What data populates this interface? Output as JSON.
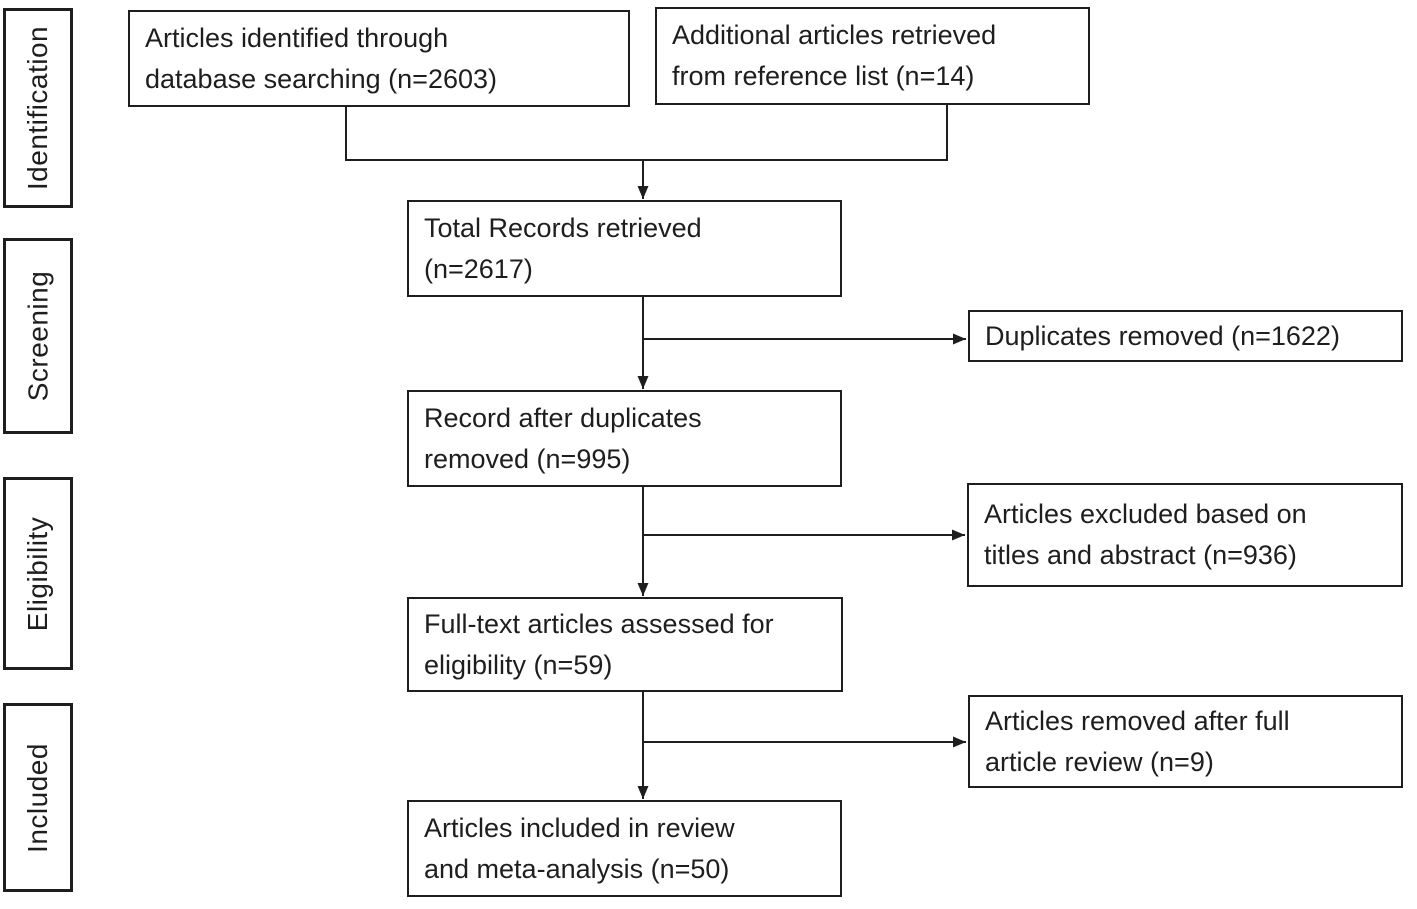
{
  "page": {
    "background_color": "#ffffff",
    "ink_color": "#1e1e1e"
  },
  "sidebar": {
    "stages": [
      {
        "label": "Identification"
      },
      {
        "label": "Screening"
      },
      {
        "label": "Eligibility"
      },
      {
        "label": "Included"
      }
    ]
  },
  "flow": {
    "boxes": {
      "identified": {
        "lines": [
          "Articles identified through",
          "database searching (n=2603)"
        ]
      },
      "additional": {
        "lines": [
          "Additional articles retrieved",
          "from reference list (n=14)"
        ]
      },
      "total": {
        "lines": [
          "Total Records retrieved",
          "(n=2617)"
        ]
      },
      "duplicates_removed": {
        "lines": [
          "Duplicates removed (n=1622)"
        ]
      },
      "after_duplicates": {
        "lines": [
          "Record after duplicates",
          "removed (n=995)"
        ]
      },
      "excluded_titles": {
        "lines": [
          "Articles excluded based on",
          "titles and abstract (n=936)"
        ]
      },
      "fulltext": {
        "lines": [
          "Full-text articles assessed for",
          "eligibility (n=59)"
        ]
      },
      "removed_full_review": {
        "lines": [
          "Articles removed after full",
          "article review (n=9)"
        ]
      },
      "included": {
        "lines": [
          "Articles included in review",
          "and meta-analysis (n=50)"
        ]
      }
    },
    "counts": {
      "identified": 2603,
      "additional": 14,
      "total": 2617,
      "duplicates_removed": 1622,
      "after_duplicates": 995,
      "excluded_titles": 936,
      "fulltext": 59,
      "removed_full_review": 9,
      "included": 50
    }
  }
}
